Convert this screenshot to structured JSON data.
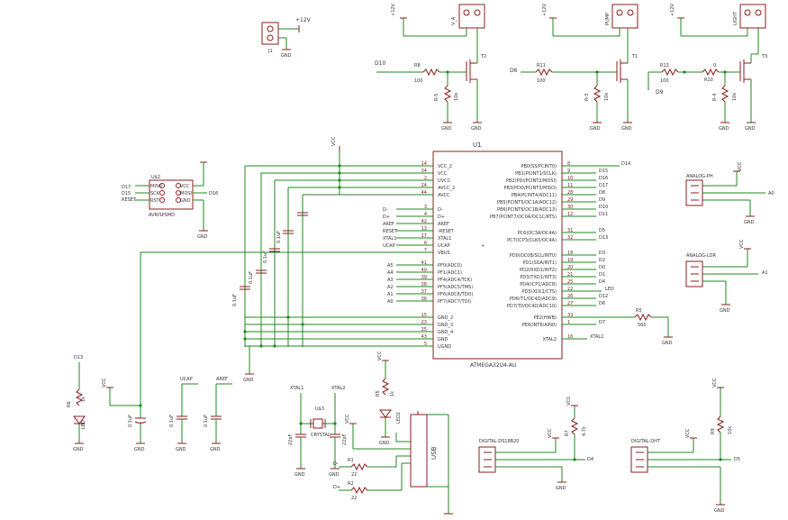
{
  "diagram": {
    "mcu": {
      "ref": "U1",
      "part": "ATMEGA32U4-AU",
      "left_pins": [
        {
          "name": "VCC_2",
          "num": "14"
        },
        {
          "name": "VCC",
          "num": "34"
        },
        {
          "name": "UVCC",
          "num": "2"
        },
        {
          "name": "AVCC_2",
          "num": "24"
        },
        {
          "name": "AVCC",
          "num": "44"
        },
        {
          "name": "D-",
          "num": "3"
        },
        {
          "name": "D+",
          "num": "4"
        },
        {
          "name": "AREF",
          "num": "42"
        },
        {
          "name": "-RESET",
          "num": "13"
        },
        {
          "name": "XTAL1",
          "num": "17"
        },
        {
          "name": "UCAP",
          "num": "6"
        },
        {
          "name": "VBUS",
          "num": "7"
        },
        {
          "name": "PF0(ADC0)",
          "num": "41"
        },
        {
          "name": "PF1(ADC1)",
          "num": "40"
        },
        {
          "name": "PF4(ADC4/TCK)",
          "num": "39"
        },
        {
          "name": "PF5(ADC5/TMS)",
          "num": "38"
        },
        {
          "name": "PF6(ADC6/TDO)",
          "num": "37"
        },
        {
          "name": "PF7(ADC7/TDI)",
          "num": "36"
        },
        {
          "name": "GND_2",
          "num": "15"
        },
        {
          "name": "GND_3",
          "num": "23"
        },
        {
          "name": "GND_4",
          "num": "35"
        },
        {
          "name": "GND",
          "num": "43"
        },
        {
          "name": "UGND",
          "num": "5"
        }
      ],
      "right_pins": [
        {
          "name": "PB0(SS/PCINT0)",
          "num": "8"
        },
        {
          "name": "PB1(PCINT1/SCLK)",
          "num": "9"
        },
        {
          "name": "PB2(PDI/PCINT2/MOSI)",
          "num": "10"
        },
        {
          "name": "PB3(PDO/PCINT3/MISO)",
          "num": "11"
        },
        {
          "name": "PB4(PCINT4/ADC11)",
          "num": "28"
        },
        {
          "name": "PB5(PCINT5/OC1A/ADC12)",
          "num": "29"
        },
        {
          "name": "PB6(PCINT6/OC1B/ADC13)",
          "num": "30"
        },
        {
          "name": "PB7(PCINT7/OC0A/OC1C/RTS)",
          "num": "12"
        },
        {
          "name": "PC6(OC3A/OC4A)",
          "num": "31"
        },
        {
          "name": "PC7(ICP3/CLK0/OC4A)",
          "num": "32"
        },
        {
          "name": "PD0(OC0B/SCL/INT0)",
          "num": "18"
        },
        {
          "name": "PD1(SDA/INT1)",
          "num": "19"
        },
        {
          "name": "PD2(RXD1/INT2)",
          "num": "20"
        },
        {
          "name": "PD3(TXD1/INT3)",
          "num": "21"
        },
        {
          "name": "PD4(ICP1/ADC8)",
          "num": "25"
        },
        {
          "name": "PD5(XCK1/CTS)",
          "num": "22"
        },
        {
          "name": "PD6(T1/OC4D/ADC9)",
          "num": "26"
        },
        {
          "name": "PD7(T0/OC4D/ADC10)",
          "num": "27"
        },
        {
          "name": "PE2(HWB)",
          "num": "33"
        },
        {
          "name": "PE6(INT6/AIN0)",
          "num": "1"
        },
        {
          "name": "XTAL2",
          "num": "16"
        }
      ],
      "left_nets": [
        "D-",
        "D+",
        "AREF",
        "RESET",
        "XTAL1",
        "UCAP",
        "A5",
        "A4",
        "A3",
        "A2",
        "A1",
        "A0"
      ],
      "right_nets": [
        "D14",
        "D15",
        "D16",
        "D17",
        "D8",
        "D9",
        "D10",
        "D11",
        "D5",
        "D13",
        "D3",
        "D2",
        "D0",
        "D1",
        "D4",
        "D12",
        "D6",
        "D7",
        "XTAL2"
      ],
      "led_net": "LED"
    },
    "jack": {
      "ref": "J1",
      "supply": "+12V",
      "gnd": "GND"
    },
    "mosfets": [
      {
        "ref": "T2",
        "gate_res": "R8",
        "gate_val": "100",
        "pull_ref": "R-5",
        "pull_val": "10k",
        "net": "D10",
        "connector": "V_A",
        "supply": "+12V"
      },
      {
        "ref": "T1",
        "gate_res": "R11",
        "gate_val": "100",
        "pull_ref": "R-3",
        "pull_val": "10k",
        "net": "D6",
        "connector": "PUMP",
        "supply": "+12V"
      },
      {
        "ref": "T3",
        "gate_res": "R13",
        "gate_val": "100",
        "extra_res": "R10",
        "extra_val": "0",
        "pull_ref": "R-4",
        "pull_val": "10k",
        "net": "D9",
        "connector": "LIGHT",
        "supply": "+12V"
      }
    ],
    "isp": {
      "ref": "U$2",
      "name": "AVRISPSMD",
      "pins": [
        "MISO",
        "SCK",
        "RST",
        "VCC",
        "MOSI",
        "GND"
      ],
      "nets": [
        "D17",
        "D15",
        "RESET",
        "D16"
      ]
    },
    "decoupling": [
      "0.1uF",
      "0.1uF",
      "0.1uF",
      "0.1uF"
    ],
    "analog_ph": {
      "name": "ANALOG-PH",
      "net": "A0"
    },
    "analog_ldr": {
      "name": "ANALOG-LDR",
      "net": "A1"
    },
    "digital_ds18b20": {
      "name": "DIGITAL-DS18B20",
      "net": "D4",
      "res": "R7",
      "res_val": "4.7k"
    },
    "digital_dht": {
      "name": "DIGITAL-DHT",
      "net": "D5",
      "res": "R9",
      "res_val": "10k"
    },
    "led13": {
      "net": "D13",
      "res": "R6",
      "res_val": "1k",
      "led": "LED"
    },
    "led_pwr": {
      "res": "R5",
      "res_val": "1k",
      "led": "LED2"
    },
    "r_xtal2": {
      "ref": "R5",
      "val": "560"
    },
    "crystal": {
      "ref": "U$3",
      "name": "CRYSTAL",
      "net_a": "XTAL1",
      "net_b": "XTAL2"
    },
    "caps": {
      "c_vcc": "0.1uF",
      "c_ucap": "UCAP",
      "c_aref": "AREF",
      "c_vals": "0.1uF",
      "c_xtal": "22pF"
    },
    "usb": {
      "ref": "USB",
      "res_a": "R1",
      "res_b": "R2",
      "res_val": "22",
      "net_a": "D-",
      "net_b": "D+"
    },
    "rails": {
      "vcc": "VCC",
      "gnd": "GND",
      "plus12": "+12V"
    }
  }
}
